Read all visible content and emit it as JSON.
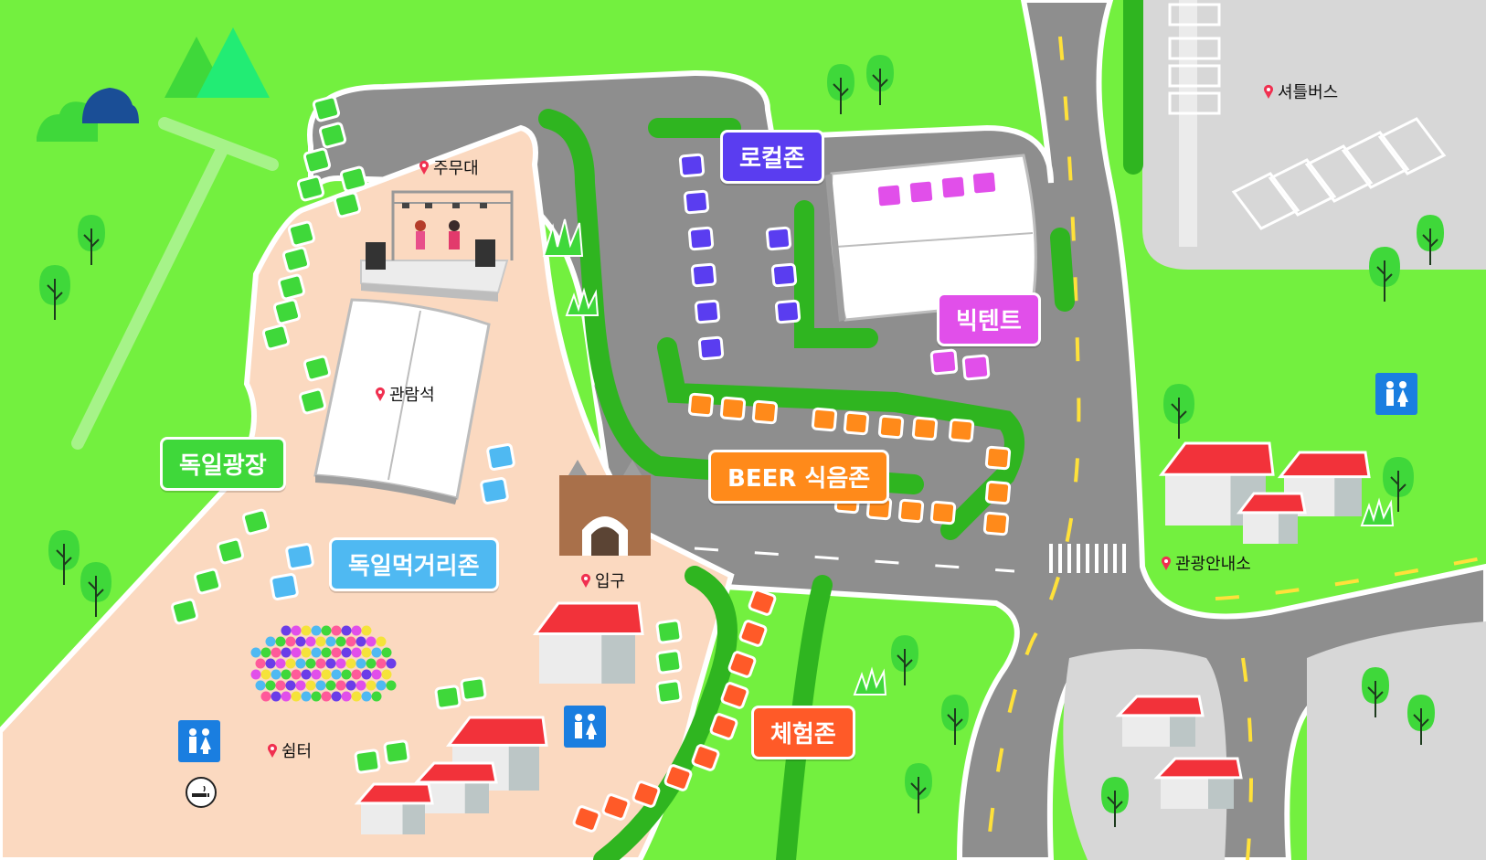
{
  "map_title": "",
  "places": {
    "stage": "주무대",
    "audience": "관람석",
    "entrance": "입구",
    "shelter": "쉼터",
    "shuttle": "셔틀버스",
    "tourist_info": "관광안내소"
  },
  "zones": {
    "german_square": "독일광장",
    "german_food_street": "독일먹거리존",
    "local_zone": "로컬존",
    "big_tent": "빅텐트",
    "beer_zone": "BEER 식음존",
    "experience_zone": "체험존"
  },
  "icons": [
    "map-pin-icon",
    "restroom-icon",
    "smoking-area-icon",
    "tree-icon",
    "house-icon",
    "stage-icon",
    "gate-icon",
    "grass-icon",
    "mountain-icon"
  ],
  "colors": {
    "grass": "#73f03f",
    "road": "#8e8e8e",
    "plaza": "#fbd9c0",
    "local_zone": "#5a3df0",
    "big_tent": "#e14fea",
    "beer_zone": "#ff8a1a",
    "experience_zone": "#ff5a28",
    "german_square": "#3fd83a",
    "food_street": "#4fb9f2",
    "pin": "#f03050"
  }
}
